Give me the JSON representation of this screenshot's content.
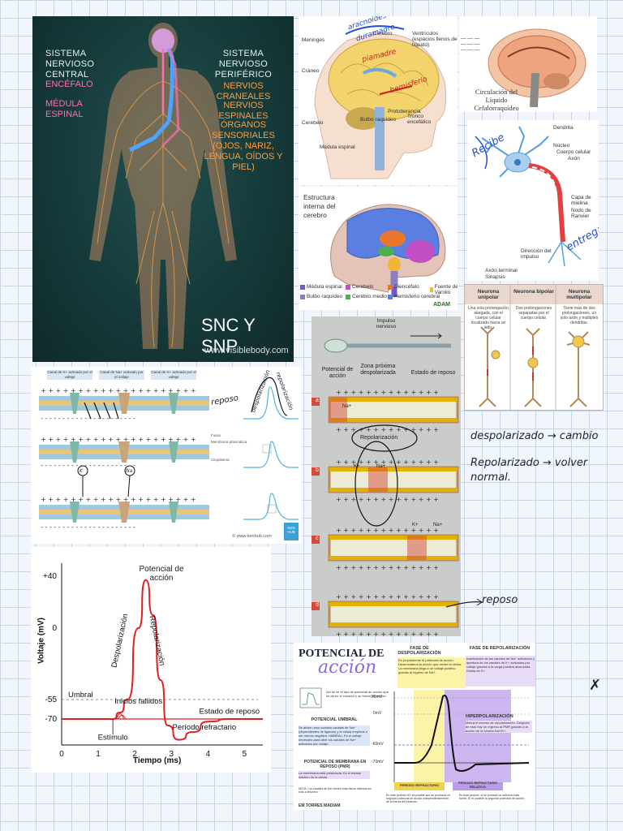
{
  "body_card": {
    "left_title": "SISTEMA NERVIOSO CENTRAL",
    "right_title": "SISTEMA NERVIOSO PERIFÉRICO",
    "encefalo": "ENCÉFALO",
    "medula": "MÉDULA ESPINAL",
    "craneales": "NERVIOS CRANEALES",
    "espinales": "NERVIOS ESPINALES",
    "organos": "ÓRGANOS SENSORIALES (OJOS, NARIZ, LENGUA, OÍDOS Y PIEL)",
    "big_title": "SNC Y SNP",
    "url": "www.visiblebody.com"
  },
  "brain_card": {
    "labels": [
      "Meninges",
      "Cerebro",
      "Ventrículos (espacios llenos de líquido)",
      "Cráneo",
      "Cerebelo",
      "Protuberancia",
      "Bulbo raquídeo",
      "Tronco encefálico",
      "Médula espinal"
    ],
    "hand": [
      "aracnoides",
      "duramadre",
      "piamadre",
      "hemisferio"
    ]
  },
  "csf_card": {
    "caption": "Circulación del Líquido Cefalorraquídeo"
  },
  "internal_card": {
    "title": "Estructura interna del cerebro",
    "legend": [
      {
        "label": "Médula espinal",
        "color": "#6a5acd"
      },
      {
        "label": "Cerebelo",
        "color": "#c04fc4"
      },
      {
        "label": "Diencéfalo",
        "color": "#e8762c"
      },
      {
        "label": "Fuente de Varolio",
        "color": "#f2b632"
      },
      {
        "label": "Bulbo raquídeo",
        "color": "#8e7cc3"
      },
      {
        "label": "Cerebro medio",
        "color": "#4caf50"
      },
      {
        "label": "Hemisferio cerebral",
        "color": "#5b7fe0"
      }
    ],
    "logo": "ADAM"
  },
  "neuron_card": {
    "labels": [
      "Dendrita",
      "Núcleo",
      "Cuerpo celular",
      "Axón",
      "Capa de mielina",
      "Nodo de Ranvier",
      "Dirección del impulso",
      "Axón terminal",
      "Sinapsis"
    ],
    "hand_recibe": "Recibe",
    "hand_entrega": "entrega"
  },
  "neuron_types": {
    "headers": [
      "Neurona unipolar",
      "Neurona bipolar",
      "Neurona multipolar"
    ],
    "descs": [
      "Una sola prolongación alargada, con el cuerpo celular localizado hacia un lado.",
      "Dos prolongaciones separadas por el cuerpo celular.",
      "Tiene más de dos prolongaciones, un solo axón y múltiples dendritas."
    ]
  },
  "channel_card": {
    "boxes": [
      "Canal de K+ activado por el voltaje",
      "Canal de Na+ activado por el voltaje",
      "Canal de K+ activado por el voltaje"
    ],
    "labels": [
      "Membrana plasmática",
      "Citoplasma",
      "Fuera"
    ],
    "credit": "© www.kenhub.com",
    "logo": "KEN HUB",
    "hand": [
      "reposo",
      "despolarización",
      "repolarización"
    ],
    "hand_k": "K",
    "hand_na": "Na"
  },
  "impulse_card": {
    "top_label": "Impulso nervioso",
    "col_labels": [
      "Potencial de acción",
      "Zona próxima despolarizada",
      "Estado de reposo"
    ],
    "steps": [
      "a",
      "b",
      "c",
      "d"
    ],
    "ion_labels": [
      "Na+",
      "K+",
      "Na+",
      "K+",
      "Na+"
    ],
    "repol": "Repolarización"
  },
  "notes": {
    "line1": "despolarizado → cambio",
    "line2": "Repolarizado → volver normal.",
    "line3": "reposo"
  },
  "chart_data": {
    "type": "line",
    "title": "Potencial de acción",
    "xlabel": "Tiempo (ms)",
    "ylabel": "Voltaje (mV)",
    "xlim": [
      0,
      5.5
    ],
    "ylim": [
      -90,
      50
    ],
    "x_ticks": [
      "0",
      "1",
      "2",
      "3",
      "4",
      "5"
    ],
    "y_ticks": [
      "+40",
      "0",
      "-55",
      "-70"
    ],
    "y_tick_values": [
      40,
      0,
      -55,
      -70
    ],
    "series": [
      {
        "values": [
          [
            0,
            -70
          ],
          [
            1.4,
            -70
          ],
          [
            1.6,
            -65
          ],
          [
            1.8,
            -55
          ],
          [
            2.1,
            0
          ],
          [
            2.3,
            37
          ],
          [
            2.5,
            10
          ],
          [
            2.7,
            -40
          ],
          [
            2.9,
            -75
          ],
          [
            3.2,
            -86
          ],
          [
            3.6,
            -80
          ],
          [
            4.0,
            -72
          ],
          [
            4.6,
            -70
          ],
          [
            5.5,
            -70
          ]
        ]
      }
    ],
    "annotations": [
      "Umbral",
      "Despolarización",
      "Repolarización",
      "Inicios fallidos",
      "Estímulo",
      "Período refractario",
      "Estado de reposo"
    ]
  },
  "infographic": {
    "title_1": "POTENCIAL DE",
    "title_2": "acción",
    "fase_desp": "FASE DE DESPOLARIZACIÓN",
    "fase_repol": "FASE DE REPOLARIZACIÓN",
    "desp_text": "Es propiamente el potencial de acción. Desencadena la acción que recibe la célula. La membrana llega a un voltaje positivo gracias al ingreso de Na+.",
    "repol_text": "Inactivación de los canales de Na+ activación y apertura de los canales de K+ activados por voltaje gracias a la carga positiva alcanzada. Salida de K+.",
    "intro": "Así se ve el tipo de potencial de acción que se da en el corazón y su forma en reposo.",
    "hiper_title": "HIPERPOLARIZACIÓN",
    "hiper_text": "Marca el exceso de repolarización. Después de esto hay un regreso al PMR gracias a la acción de la bomba Na+/K+.",
    "umbral_title": "POTENCIAL UMBRAL",
    "umbral_text": "Se abren unos cuantos canales de Na+ (dependientes de ligando) y la célula empieza a ser menos negativa. UMBRAL: Es el voltaje necesario para abrir los canales de Na+ activados por voltaje.",
    "pmr_title": "POTENCIAL DE MEMBRANA EN REPOSO (PMR)",
    "pmr_text": "La membrana está polarizada. Es el estado inactivo de la célula.",
    "nota": "NOTA: Los canales de Na+ tienen más ritmos abiertos sin todo a tesorero.",
    "y_labels": [
      "30mV",
      "0mV",
      "-60mV",
      "-70mV"
    ],
    "periodo_abs": "PERIODO REFRACTARIO",
    "periodo_rel": "PERIODO REFRACTARIO RELATIVO",
    "abs_text": "En este periodo NO es posible que se produzca un segundo potencial de acción independientemente de la fuerza del estímulo.",
    "rel_text": "En este periodo, sí se produce un estímulo más fuerte. Sí es posible la segunda potencial de acción.",
    "author": "EM TORRES MADIAM",
    "colors": {
      "yellow": "#fbf3a6",
      "purple": "#cdb6f0"
    }
  }
}
